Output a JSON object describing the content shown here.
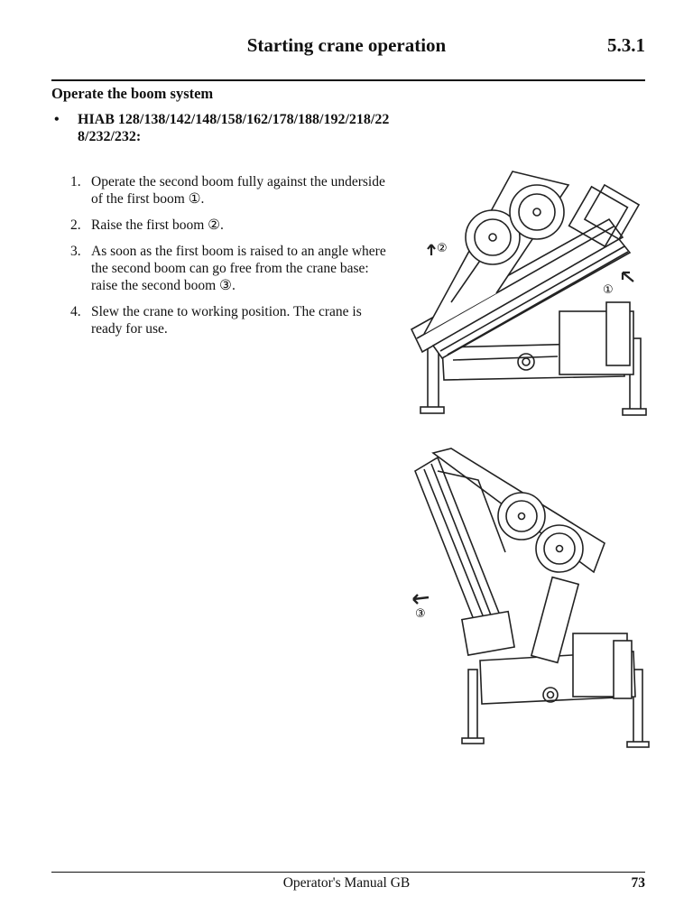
{
  "header": {
    "title": "Starting crane operation",
    "section": "5.3.1"
  },
  "heading": "Operate the boom system",
  "bullet": {
    "marker": "•",
    "text": "HIAB 128/138/142/148/158/162/178/188/192/218/22 8/232/232:"
  },
  "steps": [
    {
      "num": "1.",
      "text": "Operate the second boom fully against the underside of the first boom ①."
    },
    {
      "num": "2.",
      "text": "Raise the first boom ②."
    },
    {
      "num": "3.",
      "text": "As soon as the first boom is raised to an angle where the second boom can go free from the crane base: raise the second boom ③."
    },
    {
      "num": "4.",
      "text": "Slew the crane to working position. The crane is ready for use."
    }
  ],
  "figure1": {
    "callout_1": "①",
    "callout_2": "②"
  },
  "figure2": {
    "callout_3": "③"
  },
  "footer": {
    "title": "Operator's Manual GB",
    "page": "73"
  }
}
